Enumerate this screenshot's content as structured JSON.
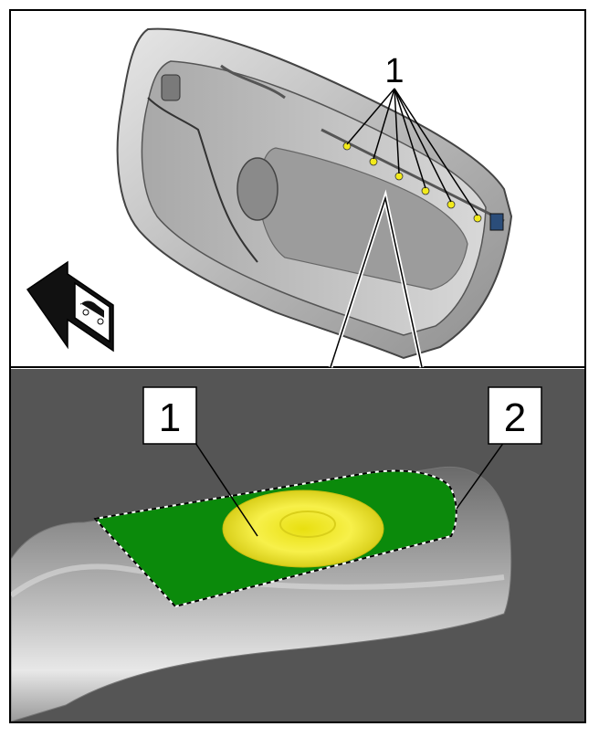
{
  "callouts": {
    "top_number": "1",
    "bottom_number_1": "1",
    "bottom_number_2": "2"
  },
  "colors": {
    "adhesive_pad": "#0b8a0b",
    "glue_dot": "#f2ea1c",
    "detail_background": "#555555",
    "door_body": "#cfcfcf"
  }
}
